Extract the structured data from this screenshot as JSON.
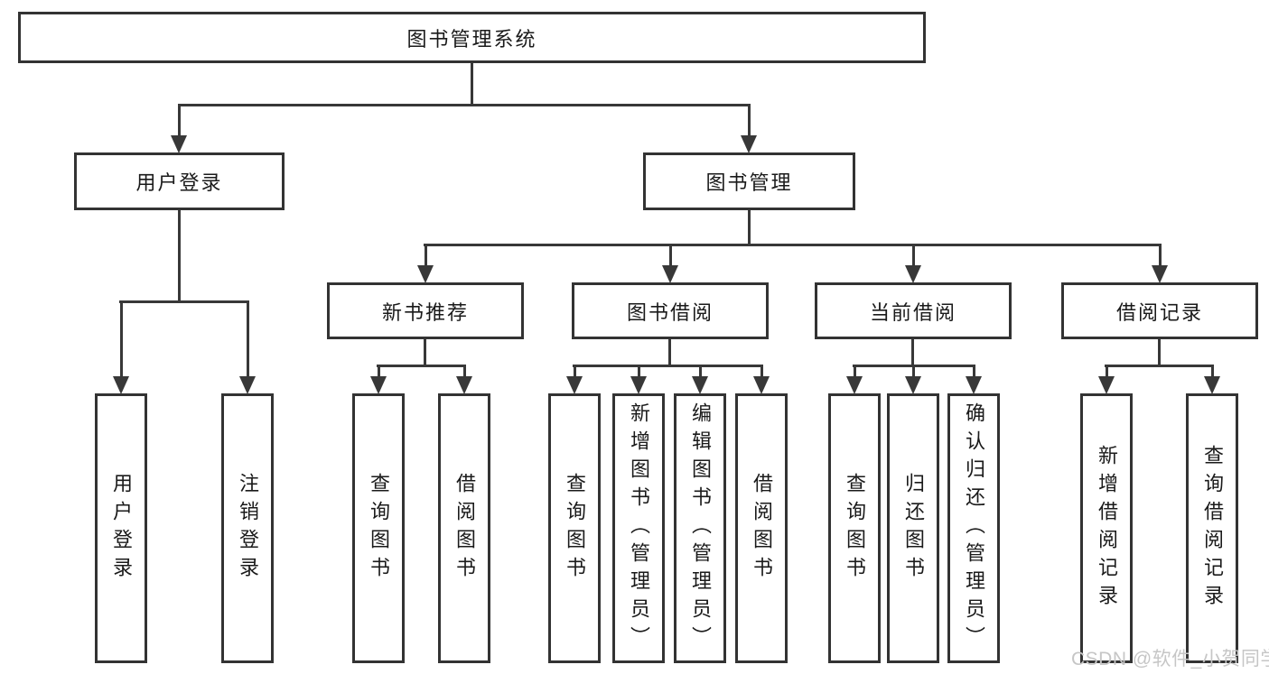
{
  "tree": {
    "label": "图书管理系统",
    "children": [
      {
        "label": "用户登录",
        "children": [
          {
            "label": "用户登录"
          },
          {
            "label": "注销登录"
          }
        ]
      },
      {
        "label": "图书管理",
        "children": [
          {
            "label": "新书推荐",
            "children": [
              {
                "label": "查询图书"
              },
              {
                "label": "借阅图书"
              }
            ]
          },
          {
            "label": "图书借阅",
            "children": [
              {
                "label": "查询图书"
              },
              {
                "label": "新增图书（管理员）"
              },
              {
                "label": "编辑图书（管理员）"
              },
              {
                "label": "借阅图书"
              }
            ]
          },
          {
            "label": "当前借阅",
            "children": [
              {
                "label": "查询图书"
              },
              {
                "label": "归还图书"
              },
              {
                "label": "确认归还（管理员）"
              }
            ]
          },
          {
            "label": "借阅记录",
            "children": [
              {
                "label": "新增借阅记录"
              },
              {
                "label": "查询借阅记录"
              }
            ]
          }
        ]
      }
    ]
  },
  "watermark": {
    "text": "CSDN @软件_小贺同学"
  },
  "colors": {
    "line": "#383838",
    "box_border": "#333333",
    "text": "#1a1a1a",
    "watermark": "#c6c6c6",
    "background": "#ffffff"
  }
}
